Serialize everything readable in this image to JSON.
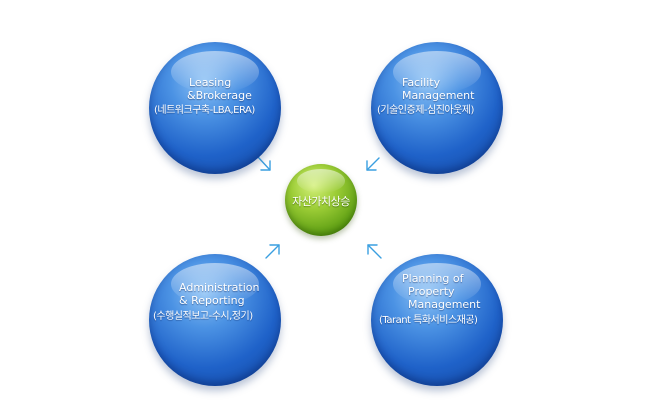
{
  "diagram": {
    "center": {
      "label": "자산가치상승",
      "color": "#7cbb2a"
    },
    "nodes": [
      {
        "id": "leasing",
        "lines": [
          "Leasing",
          "&Brokerage"
        ],
        "sub": "(네트워크구축-LBA,ERA)",
        "color": "#2a6fd6"
      },
      {
        "id": "facility",
        "lines": [
          "Facility",
          "Management"
        ],
        "sub": "(기술인증제-심진아웃제)",
        "color": "#2a6fd6"
      },
      {
        "id": "administration",
        "lines": [
          "Administration",
          "& Reporting"
        ],
        "sub": "(수행실적보고-수시,정기)",
        "color": "#2a6fd6"
      },
      {
        "id": "planning",
        "lines": [
          "Planning of",
          "Property",
          "Management"
        ],
        "sub": "(Tarant 특화서비스재공)",
        "color": "#2a6fd6"
      }
    ],
    "arrow_color": "#3a9fe0"
  }
}
